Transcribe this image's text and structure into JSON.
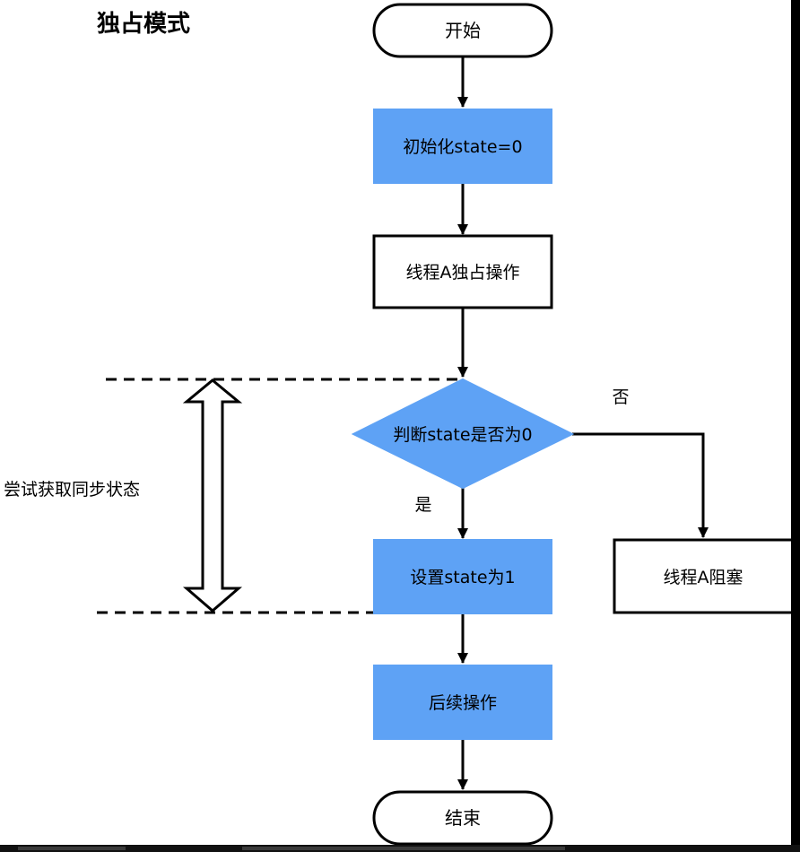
{
  "title": "独占模式",
  "side_label": "尝试获取同步状态",
  "nodes": {
    "start": "开始",
    "init": "初始化state=0",
    "thread_a": "线程A独占操作",
    "decision": "判断state是否为0",
    "set_state": "设置state为1",
    "blocked": "线程A阻塞",
    "follow_up": "后续操作",
    "end": "结束"
  },
  "edge_labels": {
    "no": "否",
    "yes": "是"
  },
  "colors": {
    "blue_fill": "#5ea2f5",
    "stroke": "#000000",
    "background": "#ffffff"
  }
}
